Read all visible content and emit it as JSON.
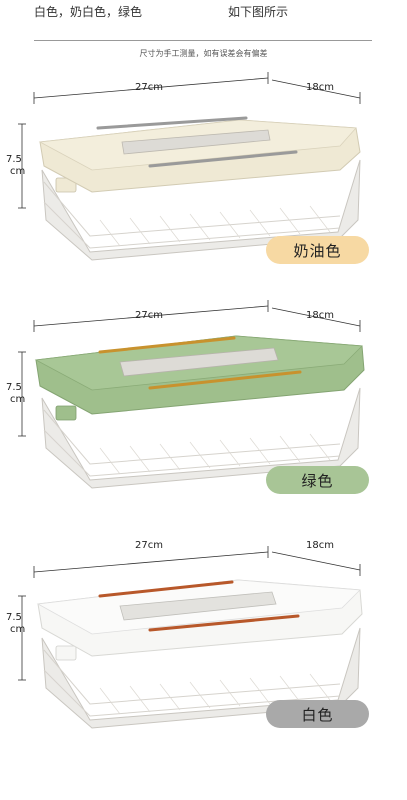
{
  "header": {
    "colors_text": "白色，奶白色，绿色",
    "shown_text": "如下图所示",
    "note": "尺寸为手工测量，如有误差会有偏差"
  },
  "dimensions": {
    "length": "27cm",
    "width": "18cm",
    "height": "7.5",
    "height_unit": "cm"
  },
  "variants": [
    {
      "label": "奶油色",
      "lid_color": "#efe9d4",
      "badge_color": "#f7d9a3",
      "handle_color": "#9a9a9a"
    },
    {
      "label": "绿色",
      "lid_color": "#9fbf8c",
      "badge_color": "#a8c596",
      "handle_color": "#c8922e"
    },
    {
      "label": "白色",
      "lid_color": "#f7f7f5",
      "badge_color": "#a9a9a9",
      "handle_color": "#b8582a"
    }
  ]
}
